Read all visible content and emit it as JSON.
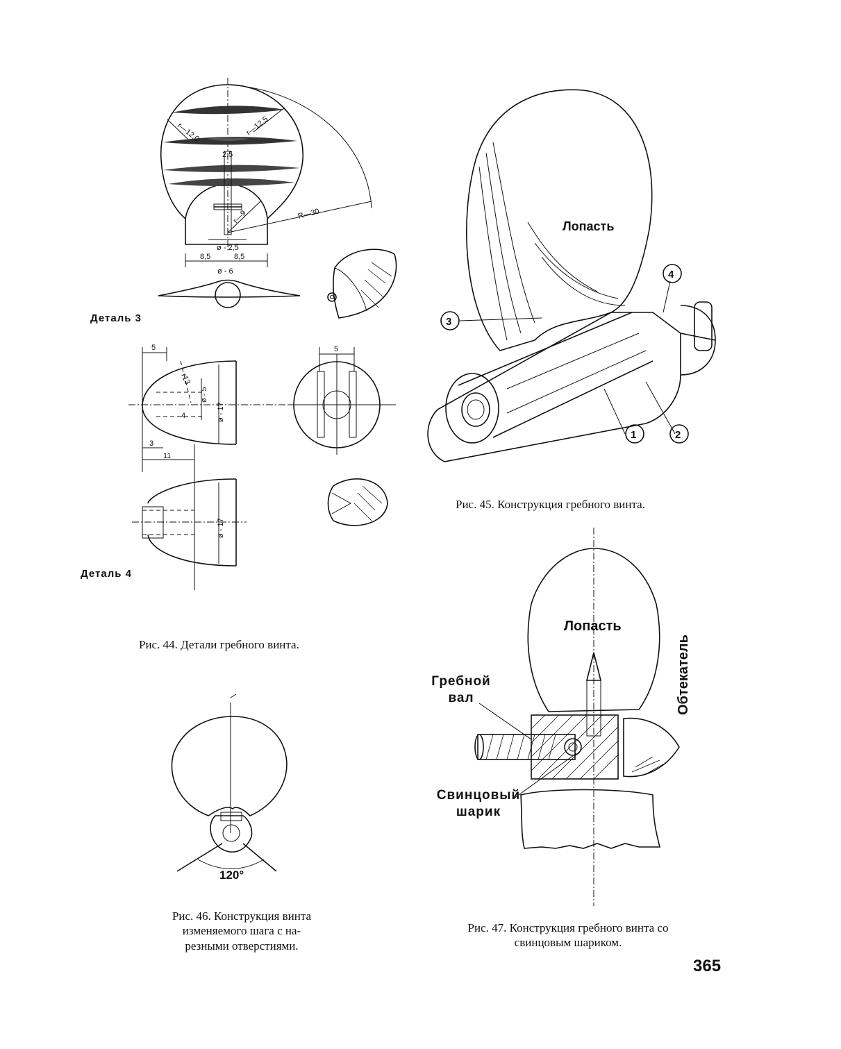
{
  "page_number": "365",
  "fig44": {
    "caption": "Рис. 44. Детали гребного винта.",
    "detail3_label": "Деталь 3",
    "detail4_label": "Деталь 4",
    "dims": {
      "r12_0": "r—12,0",
      "r12_5": "r—12,5",
      "d2_5_top": "2,5",
      "r9": "r—9",
      "R30": "R—30",
      "phi2_5": "ø - 2,5",
      "w8_5_left": "8,5",
      "w8_5_right": "8,5",
      "phi6": "ø - 6",
      "d5_left": "5",
      "r13": "r13",
      "phi5": "ø - 5",
      "phi17_a": "ø - 17",
      "d4": "4",
      "d3": "3",
      "d11": "11",
      "d5_circle": "5",
      "phi17_b": "ø - 17"
    }
  },
  "fig45": {
    "caption": "Рис. 45. Конструкция гребного винта.",
    "blade_label": "Лопасть",
    "callouts": [
      "1",
      "2",
      "3",
      "4"
    ]
  },
  "fig46": {
    "caption_line1": "Рис. 46. Конструкция винта",
    "caption_line2": "изменяемого шага с на-",
    "caption_line3": "резными отверстиями.",
    "angle": "120°"
  },
  "fig47": {
    "caption_line1": "Рис. 47. Конструкция гребного винта со",
    "caption_line2": "свинцовым шариком.",
    "blade_label": "Лопасть",
    "fairing_label": "Обтекатель",
    "shaft_label_line1": "Гребной",
    "shaft_label_line2": "вал",
    "ball_label_line1": "Свинцовый",
    "ball_label_line2": "шарик"
  }
}
